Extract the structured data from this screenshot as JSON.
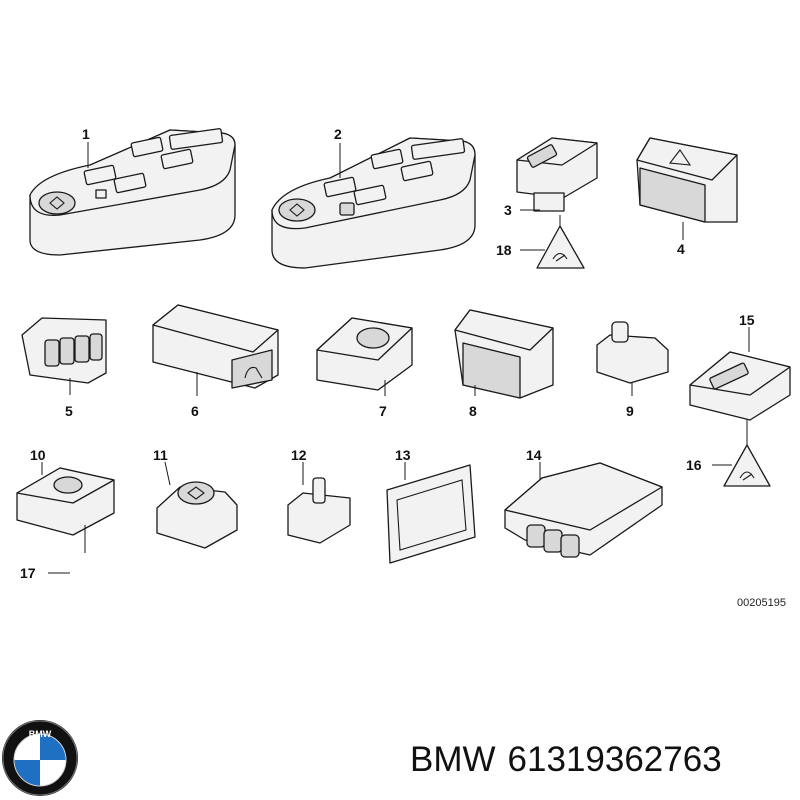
{
  "callouts": {
    "c1": "1",
    "c2": "2",
    "c3": "3",
    "c4": "4",
    "c5": "5",
    "c6": "6",
    "c7": "7",
    "c8": "8",
    "c9": "9",
    "c10": "10",
    "c11": "11",
    "c12": "12",
    "c13": "13",
    "c14": "14",
    "c15": "15",
    "c16": "16",
    "c17": "17",
    "c18": "18"
  },
  "reference_number": "00205195",
  "footer": {
    "brand": "BMW",
    "part_number": "61319362763"
  },
  "logo": {
    "letters": "BMW",
    "colors": {
      "ring": "#111111",
      "blue": "#1f6fc2",
      "white": "#ffffff"
    }
  },
  "icons": {
    "warning_triangle": "warning-triangle-icon",
    "seat": "seat-icon"
  }
}
